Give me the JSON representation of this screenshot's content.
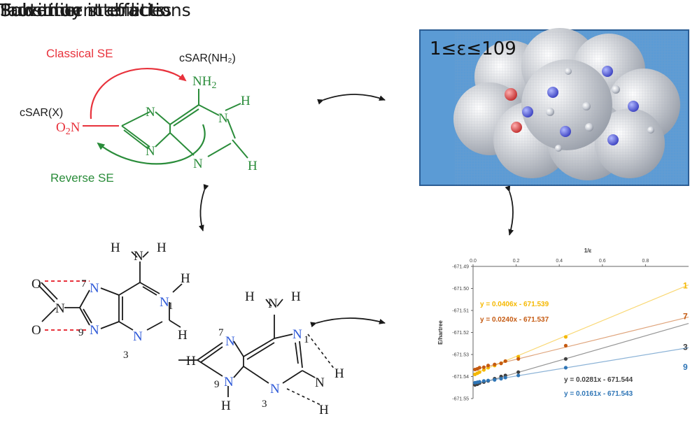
{
  "titles": {
    "substituent_effects": "Substituent effects",
    "solvation": "Solvation",
    "proximity_interactions": "Proximity interactions",
    "tautomer_stabilities": "Tautomer stabilities"
  },
  "se_panel": {
    "classical_label": "Classical SE",
    "reverse_label": "Reverse SE",
    "csar_nh2_label": "cSAR(NH₂)",
    "csar_x_label": "cSAR(X)",
    "classical_color": "#e8323c",
    "reverse_color": "#2a8c3a"
  },
  "solvation_panel": {
    "epsilon_range": "1≤ε≤109",
    "background_color": "#5b9bd5"
  },
  "atoms": {
    "n": "N",
    "h": "H",
    "o": "O",
    "nh2": "NH",
    "sub2": "2",
    "o2n": "O",
    "o2n_tail": "N",
    "num_7": "7",
    "num_9": "9",
    "num_3": "3",
    "num_1": "1"
  },
  "chart_data": {
    "type": "scatter",
    "title": "",
    "xlabel": "1/ε",
    "ylabel": "E/hartree",
    "xlim": [
      0,
      1
    ],
    "ylim": [
      -671.55,
      -671.49
    ],
    "x_ticks": [
      "0.0",
      "0.2",
      "0.4",
      "0.6",
      "0.8"
    ],
    "y_ticks": [
      "-671.49",
      "-671.50",
      "-671.51",
      "-671.52",
      "-671.53",
      "-671.54",
      "-671.55"
    ],
    "axis_position": "top",
    "grid": false,
    "series": [
      {
        "label": "1",
        "color": "#f5b800",
        "equation": "y = 0.0406x - 671.539",
        "slope": 0.0406,
        "intercept": -671.539,
        "x": [
          0.009,
          0.02,
          0.03,
          0.05,
          0.07,
          0.1,
          0.13,
          0.15,
          0.21,
          0.43
        ],
        "y": [
          -671.539,
          -671.5385,
          -671.538,
          -671.537,
          -671.536,
          -671.535,
          -671.534,
          -671.533,
          -671.531,
          -671.522
        ]
      },
      {
        "label": "7",
        "color": "#c55a11",
        "equation": "y = 0.0240x - 671.537",
        "slope": 0.024,
        "intercept": -671.537,
        "x": [
          0.009,
          0.02,
          0.03,
          0.05,
          0.07,
          0.1,
          0.13,
          0.15,
          0.21,
          0.43
        ],
        "y": [
          -671.5368,
          -671.5365,
          -671.536,
          -671.5358,
          -671.535,
          -671.5345,
          -671.534,
          -671.533,
          -671.532,
          -671.526
        ]
      },
      {
        "label": "3",
        "color": "#404040",
        "equation": "y = 0.0281x - 671.544",
        "slope": 0.0281,
        "intercept": -671.544,
        "x": [
          0.009,
          0.02,
          0.03,
          0.05,
          0.07,
          0.1,
          0.13,
          0.15,
          0.21,
          0.43
        ],
        "y": [
          -671.5438,
          -671.5435,
          -671.543,
          -671.5425,
          -671.542,
          -671.541,
          -671.54,
          -671.5395,
          -671.538,
          -671.532
        ]
      },
      {
        "label": "9",
        "color": "#2e75b6",
        "equation": "y = 0.0161x - 671.543",
        "slope": 0.0161,
        "intercept": -671.543,
        "x": [
          0.009,
          0.02,
          0.03,
          0.05,
          0.07,
          0.1,
          0.13,
          0.15,
          0.21,
          0.43
        ],
        "y": [
          -671.5428,
          -671.5426,
          -671.5424,
          -671.542,
          -671.5418,
          -671.5415,
          -671.541,
          -671.5405,
          -671.5395,
          -671.536
        ]
      }
    ]
  }
}
